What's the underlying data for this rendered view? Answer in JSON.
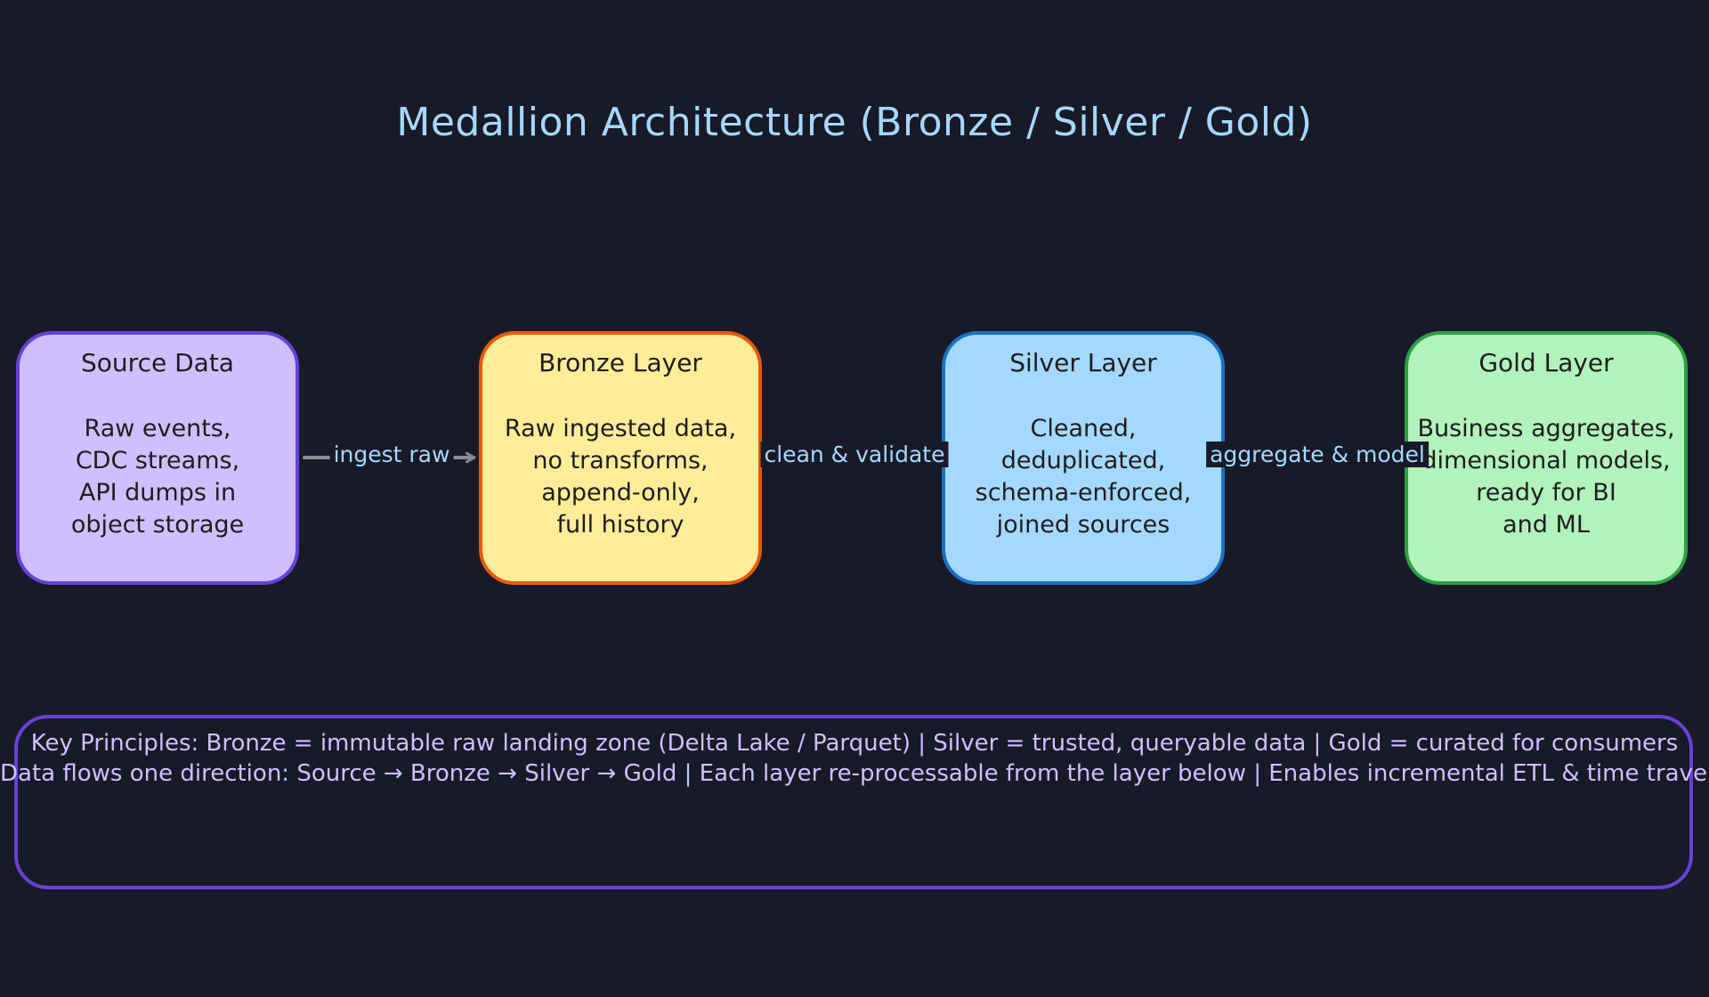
{
  "title": "Medallion Architecture (Bronze / Silver / Gold)",
  "nodes": [
    {
      "id": "source",
      "title": "Source Data",
      "body": "Raw events,\nCDC streams,\nAPI dumps in\nobject storage",
      "fill": "#d0bfff",
      "stroke": "#6741d9"
    },
    {
      "id": "bronze",
      "title": "Bronze Layer",
      "body": "Raw ingested data,\nno transforms,\nappend-only,\nfull history",
      "fill": "#ffec99",
      "stroke": "#e8590c"
    },
    {
      "id": "silver",
      "title": "Silver Layer",
      "body": "Cleaned,\ndeduplicated,\nschema-enforced,\njoined sources",
      "fill": "#a5d8ff",
      "stroke": "#1971c2"
    },
    {
      "id": "gold",
      "title": "Gold Layer",
      "body": "Business aggregates,\ndimensional models,\nready for BI\nand ML",
      "fill": "#b2f2bb",
      "stroke": "#2f9e44"
    }
  ],
  "edges": [
    {
      "from": "source",
      "to": "bronze",
      "label": "ingest raw"
    },
    {
      "from": "bronze",
      "to": "silver",
      "label": "clean & validate"
    },
    {
      "from": "silver",
      "to": "gold",
      "label": "aggregate & model"
    }
  ],
  "principles": {
    "line1": "Key Principles:  Bronze = immutable raw landing zone (Delta Lake / Parquet)  |  Silver = trusted, queryable data  |  Gold = curated for consumers",
    "line2": "Data flows one direction: Source → Bronze → Silver → Gold   |   Each layer re-processable from the layer below   |   Enables incremental ETL & time travel"
  },
  "colors": {
    "background": "#181a28",
    "title": "#a5d8ff",
    "edge_label": "#a5d8ff",
    "principles_border": "#6741d9",
    "principles_text": "#d0bfff",
    "arrow": "#868e96"
  }
}
